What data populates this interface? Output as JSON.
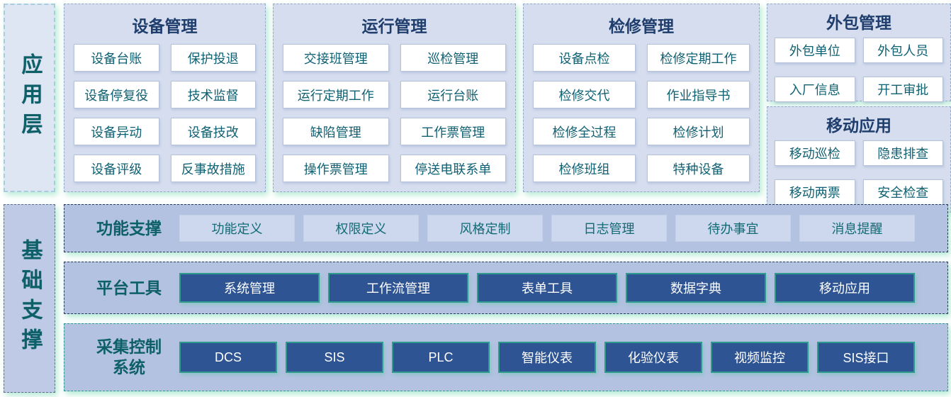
{
  "colors": {
    "accent_navy": "#2e5493",
    "accent_teal": "#2f9a8d",
    "title_navy": "#1f3e6d",
    "label_teal": "#0d5f68",
    "item_text_teal": "#0f6173",
    "panel_fill": "#d5ddee",
    "row_fill": "#b3c2e1",
    "light_chip_fill": "#cdd7ed",
    "glow_mint": "#a8e8ce"
  },
  "app_layer": {
    "label": "应用层",
    "groups": [
      {
        "title": "设备管理",
        "items": [
          "设备台账",
          "保护投退",
          "设备停复役",
          "技术监督",
          "设备异动",
          "设备技改",
          "设备评级",
          "反事故措施"
        ]
      },
      {
        "title": "运行管理",
        "items": [
          "交接班管理",
          "巡检管理",
          "运行定期工作",
          "运行台账",
          "缺陷管理",
          "工作票管理",
          "操作票管理",
          "停送电联系单"
        ]
      },
      {
        "title": "检修管理",
        "items": [
          "设备点检",
          "检修定期工作",
          "检修交代",
          "作业指导书",
          "检修全过程",
          "检修计划",
          "检修班组",
          "特种设备"
        ]
      },
      {
        "title": "外包管理",
        "items": [
          "外包单位",
          "外包人员",
          "入厂信息",
          "开工审批"
        ]
      },
      {
        "title": "移动应用",
        "items": [
          "移动巡检",
          "隐患排查",
          "移动两票",
          "安全检查"
        ]
      }
    ]
  },
  "foundation_layer": {
    "label": "基础支撑",
    "rows": [
      {
        "title": "功能支撑",
        "items": [
          "功能定义",
          "权限定义",
          "风格定制",
          "日志管理",
          "待办事宜",
          "消息提醒"
        ]
      },
      {
        "title": "平台工具",
        "items": [
          "系统管理",
          "工作流管理",
          "表单工具",
          "数据字典",
          "移动应用"
        ]
      },
      {
        "title": "采集控制系统",
        "items": [
          "DCS",
          "SIS",
          "PLC",
          "智能仪表",
          "化验仪表",
          "视频监控",
          "SIS接口"
        ]
      }
    ]
  }
}
